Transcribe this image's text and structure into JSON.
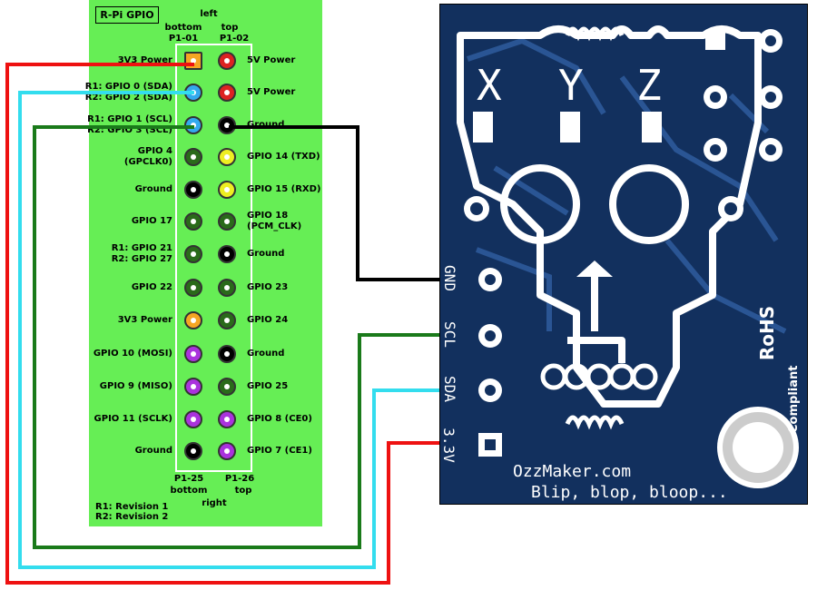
{
  "gpio": {
    "title": "R-Pi GPIO",
    "top_labels": {
      "left": "left",
      "bottom": "bottom",
      "top": "top",
      "p101": "P1-01",
      "p102": "P1-02"
    },
    "bottom_labels": {
      "p125": "P1-25",
      "p126": "P1-26",
      "bottom": "bottom",
      "top": "top",
      "right": "right"
    },
    "revision_notes": [
      "R1: Revision 1",
      "R2: Revision 2"
    ],
    "left_pins": [
      {
        "label": "3V3 Power",
        "color": "#f5a623"
      },
      {
        "label": "R1: GPIO 0 (SDA)\nR2: GPIO 2 (SDA)",
        "color": "#33aaee"
      },
      {
        "label": "R1: GPIO 1 (SCL)\nR2: GPIO 3 (SCL)",
        "color": "#33aaee"
      },
      {
        "label": "GPIO 4\n(GPCLK0)",
        "color": "#2a6a1a"
      },
      {
        "label": "Ground",
        "color": "#000000"
      },
      {
        "label": "GPIO 17",
        "color": "#2a6a1a"
      },
      {
        "label": "R1: GPIO 21\nR2: GPIO 27",
        "color": "#2a6a1a"
      },
      {
        "label": "GPIO 22",
        "color": "#2a6a1a"
      },
      {
        "label": "3V3 Power",
        "color": "#f5a623"
      },
      {
        "label": "GPIO 10 (MOSI)",
        "color": "#aa33dd"
      },
      {
        "label": "GPIO 9 (MISO)",
        "color": "#aa33dd"
      },
      {
        "label": "GPIO 11 (SCLK)",
        "color": "#aa33dd"
      },
      {
        "label": "Ground",
        "color": "#000000"
      }
    ],
    "right_pins": [
      {
        "label": "5V Power",
        "color": "#dd2222"
      },
      {
        "label": "5V Power",
        "color": "#dd2222"
      },
      {
        "label": "Ground",
        "color": "#000000"
      },
      {
        "label": "GPIO 14 (TXD)",
        "color": "#eeee22"
      },
      {
        "label": "GPIO 15 (RXD)",
        "color": "#eeee22"
      },
      {
        "label": "GPIO 18\n(PCM_CLK)",
        "color": "#2a6a1a"
      },
      {
        "label": "Ground",
        "color": "#000000"
      },
      {
        "label": "GPIO 23",
        "color": "#2a6a1a"
      },
      {
        "label": "GPIO 24",
        "color": "#2a6a1a"
      },
      {
        "label": "Ground",
        "color": "#000000"
      },
      {
        "label": "GPIO 25",
        "color": "#2a6a1a"
      },
      {
        "label": "GPIO 8 (CE0)",
        "color": "#aa33dd"
      },
      {
        "label": "GPIO 7 (CE1)",
        "color": "#aa33dd"
      }
    ]
  },
  "sensor": {
    "axes": [
      "X",
      "Y",
      "Z"
    ],
    "pins": [
      "GND",
      "SCL",
      "SDA",
      "3.3V"
    ],
    "rohs": "RoHS",
    "compliant": "Compliant",
    "brand": "OzzMaker.com",
    "tagline": "Blip, blop, bloop..."
  },
  "wires": [
    {
      "name": "ground-wire",
      "color": "#000000"
    },
    {
      "name": "scl-wire",
      "color": "#1a7a1a"
    },
    {
      "name": "sda-wire",
      "color": "#33ddee"
    },
    {
      "name": "power-wire",
      "color": "#ee1111"
    }
  ]
}
